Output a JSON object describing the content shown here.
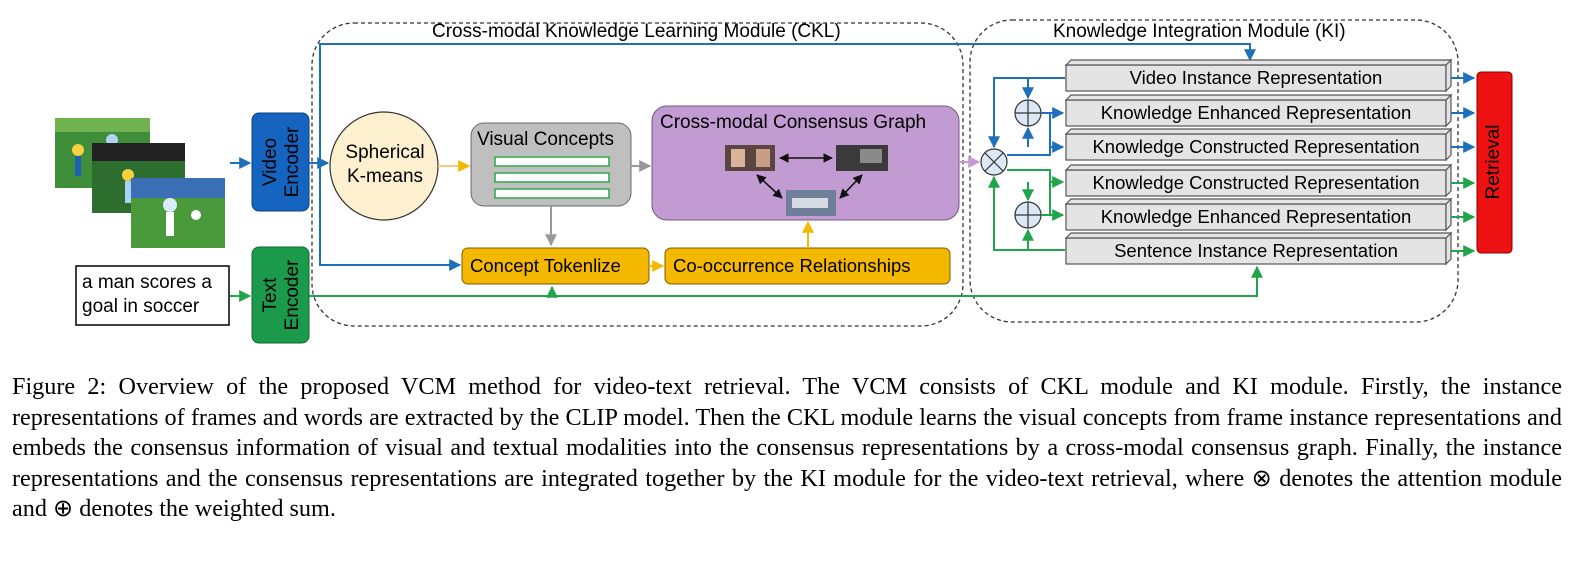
{
  "figure": {
    "ckl_title": "Cross-modal Knowledge Learning Module (CKL)",
    "ki_title": "Knowledge Integration Module (KI)",
    "video_encoder": "Video Encoder",
    "text_encoder": "Text Encoder",
    "input_text": "a man scores a goal in soccer",
    "kmeans": "Spherical K-means",
    "visual_concepts": "Visual Concepts",
    "consensus_graph": "Cross-modal Consensus Graph",
    "concept_tokenize": "Concept Tokenlize",
    "cooccurrence": "Co-occurrence Relationships",
    "representations": [
      "Video Instance Representation",
      "Knowledge Enhanced Representation",
      "Knowledge Constructed Representation",
      "Knowledge Constructed Representation",
      "Knowledge Enhanced Representation",
      "Sentence Instance Representation"
    ],
    "retrieval": "Retrieval",
    "colors": {
      "video_path": "#1f6fba",
      "text_path": "#22a54a",
      "encoder_video": "#1565c0",
      "encoder_text": "#1a9a4a",
      "graph": "#c39bd3",
      "tokenize": "#f5b800",
      "retrieval": "#ee1111"
    }
  },
  "caption": {
    "text": "Figure 2: Overview of the proposed VCM method for video-text retrieval. The VCM consists of CKL module and KI module. Firstly, the instance representations of frames and words are extracted by the CLIP model. Then the CKL module learns the visual concepts from frame instance representations and embeds the consensus information of visual and textual modalities into the consensus representations by a cross-modal consensus graph. Finally, the instance representations and the consensus representations are integrated together by the KI module for the video-text retrieval, where ⊗ denotes the attention module and ⊕ denotes the weighted sum."
  }
}
